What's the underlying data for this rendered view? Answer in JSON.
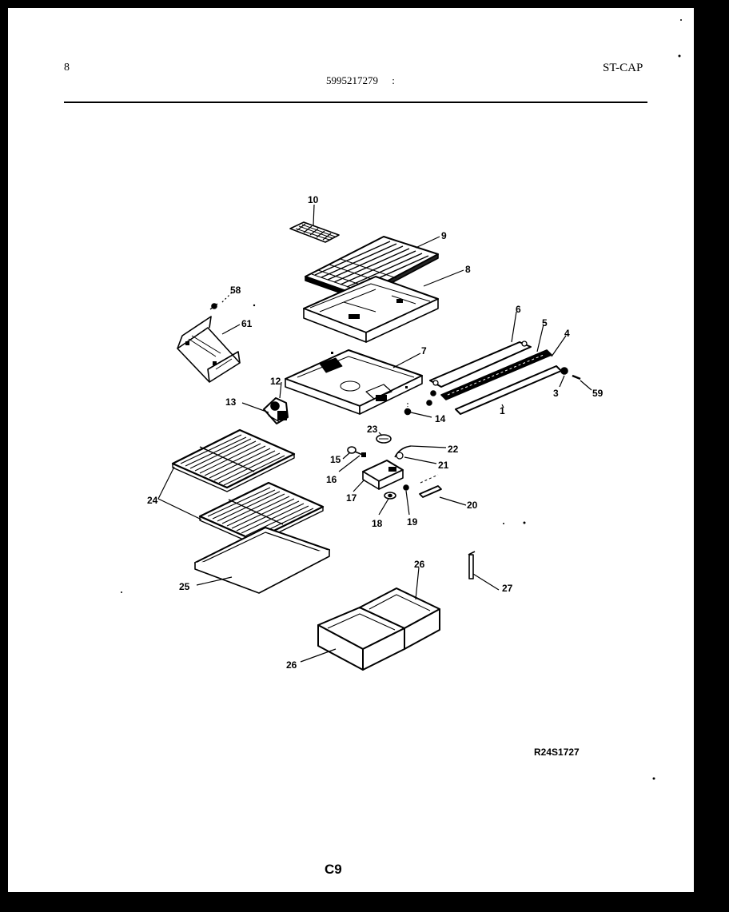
{
  "header": {
    "page_number": "8",
    "document_code": "5995217279",
    "document_code_suffix": ":",
    "category": "ST-CAP"
  },
  "diagram": {
    "labels": {
      "p10": "10",
      "p9": "9",
      "p8": "8",
      "p58": "58",
      "p61": "61",
      "p6": "6",
      "p5": "5",
      "p4": "4",
      "p7": "7",
      "p3": "3",
      "p59": "59",
      "p1": "1",
      "p12": "12",
      "p13": "13",
      "p14": "14",
      "p23": "23",
      "p22": "22",
      "p21": "21",
      "p15": "15",
      "p16": "16",
      "p17": "17",
      "p20": "20",
      "p18": "18",
      "p19": "19",
      "p24": "24",
      "p25": "25",
      "p26a": "26",
      "p26b": "26",
      "p27": "27"
    },
    "reference": "R24S1727"
  },
  "footer": {
    "page_code": "C9"
  }
}
